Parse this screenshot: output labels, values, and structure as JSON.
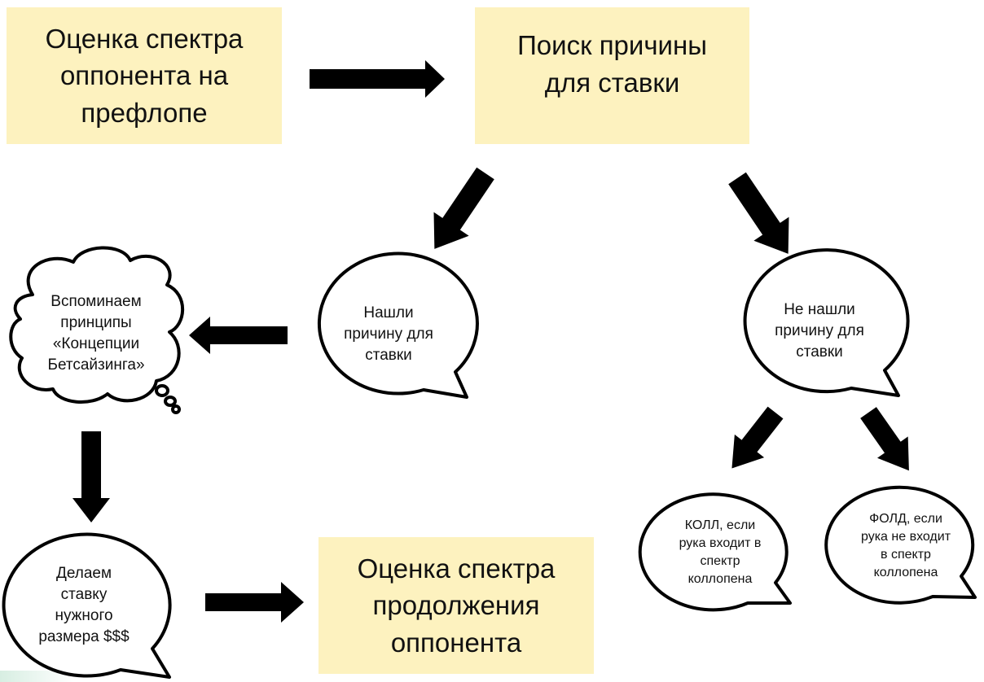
{
  "boxes": {
    "preflop_range": "Оценка спектра\nоппонента на\nпрефлопе",
    "find_reason": "Поиск причины\nдля ставки",
    "continuation_range": "Оценка спектра\nпродолжения\nоппонента"
  },
  "bubbles": {
    "found_reason": "Нашли\nпричину для\nставки",
    "not_found_reason": "Не нашли\nпричину для\nставки",
    "recall_principles": "Вспоминаем\nпринципы\n«Концепции\nБетсайзинга»",
    "make_bet": "Делаем\nставку\nнужного\nразмера $$$",
    "call": "КОЛЛ, если\nрука входит в\nспектр\nколлопена",
    "fold": "ФОЛД, если\nрука не входит\nв спектр\nколлопена"
  },
  "colors": {
    "box_fill": "#fdf2bf",
    "arrow": "#000000",
    "bubble_fill": "#ffffff",
    "bubble_stroke": "#000000"
  }
}
